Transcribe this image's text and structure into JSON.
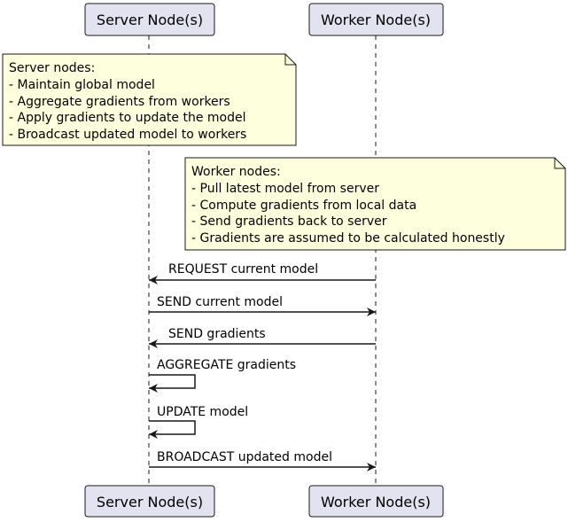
{
  "participants": {
    "server": {
      "name": "Server Node(s)"
    },
    "worker": {
      "name": "Worker Node(s)"
    }
  },
  "notes": {
    "server": {
      "lines": [
        "Server nodes:",
        "- Maintain global model",
        "- Aggregate gradients from workers",
        "- Apply gradients to update the model",
        "- Broadcast updated model to workers"
      ]
    },
    "worker": {
      "lines": [
        "Worker nodes:",
        "- Pull latest model from server",
        "- Compute gradients from local data",
        "- Send gradients back to server",
        "- Gradients are assumed to be calculated honestly"
      ]
    }
  },
  "messages": [
    {
      "label": "REQUEST current model",
      "from": "worker",
      "to": "server"
    },
    {
      "label": "SEND current model",
      "from": "server",
      "to": "worker"
    },
    {
      "label": "SEND gradients",
      "from": "worker",
      "to": "server"
    },
    {
      "label": "AGGREGATE gradients",
      "from": "server",
      "to": "server"
    },
    {
      "label": "UPDATE model",
      "from": "server",
      "to": "server"
    },
    {
      "label": "BROADCAST updated model",
      "from": "server",
      "to": "worker"
    }
  ],
  "colors": {
    "participant_fill": "#E2E2F0",
    "participant_border": "#181818",
    "note_fill": "#FEFFDD",
    "note_border": "#181818",
    "lifeline": "#181818",
    "arrow": "#181818"
  }
}
